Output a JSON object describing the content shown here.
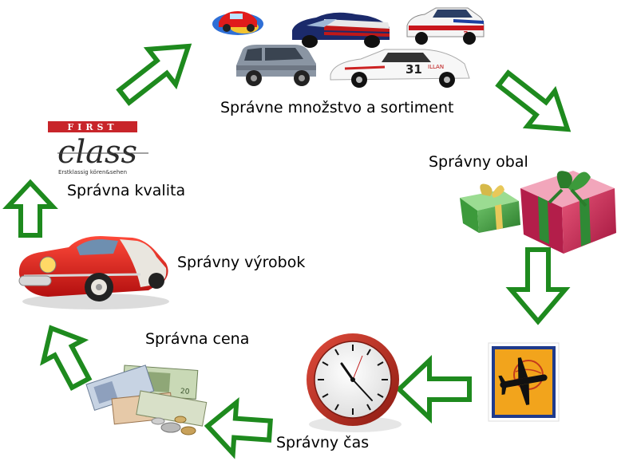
{
  "labels": {
    "assortment": "Správne množstvo a sortiment",
    "packaging": "Správny obal",
    "quality": "Správna kvalita",
    "product": "Správny výrobok",
    "price": "Správna cena",
    "time": "Správny čas"
  },
  "logo": {
    "top": "FIRST",
    "main": "class",
    "tagline": "Erstklassig kören&sehen"
  },
  "car_numbers": {
    "race_car": "31"
  },
  "colors": {
    "arrow_stroke": "#1e8a1e",
    "arrow_fill": "#ffffff",
    "stamp_bg": "#f2a41c",
    "stamp_border": "#1f3b8c"
  }
}
